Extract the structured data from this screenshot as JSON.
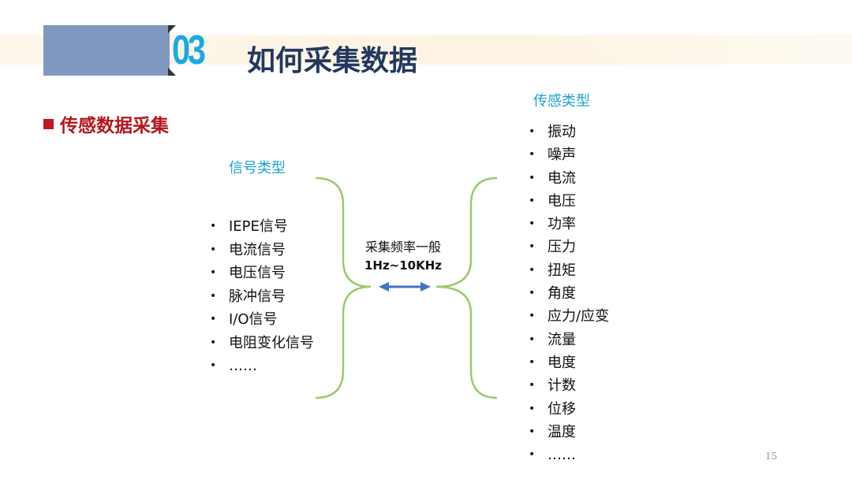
{
  "header": {
    "section_number": "03",
    "title": "如何采集数据"
  },
  "subtitle": "传感数据采集",
  "signal": {
    "heading": "信号类型",
    "items": [
      "IEPE信号",
      "电流信号",
      "电压信号",
      "脉冲信号",
      "I/O信号",
      "电阻变化信号",
      "……"
    ]
  },
  "center": {
    "label": "采集频率一般",
    "range": "1Hz~10KHz"
  },
  "sensor": {
    "heading": "传感类型",
    "items": [
      "振动",
      "噪声",
      "电流",
      "电压",
      "功率",
      "压力",
      "扭矩",
      "角度",
      "应力/应变",
      "流量",
      "电度",
      "计数",
      "位移",
      "温度",
      "……"
    ]
  },
  "page_number": "15",
  "colors": {
    "accent": "#1aa9e3",
    "title": "#22385f",
    "subtitle": "#b3171e",
    "brace": "#9dc96a",
    "arrow": "#4472c4"
  }
}
